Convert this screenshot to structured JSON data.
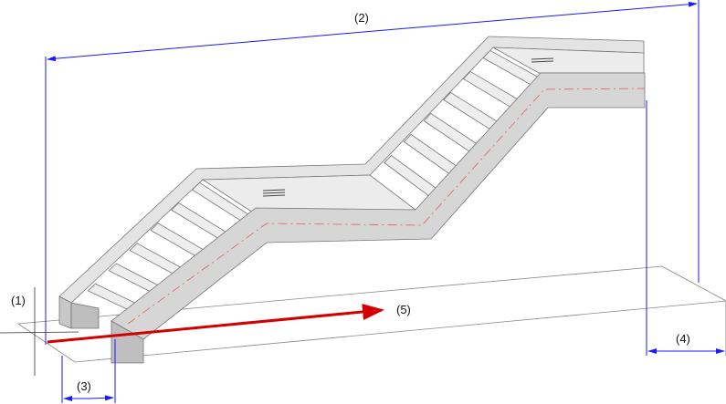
{
  "labels": {
    "l1": "(1)",
    "l2": "(2)",
    "l3": "(3)",
    "l4": "(4)",
    "l5": "(5)"
  },
  "colors": {
    "dimension": "#1a1aff",
    "axis_arrow": "#d40000",
    "steel": "#d9d9d9",
    "steel_dark": "#a8a8a8",
    "centerline": "#e06060"
  }
}
